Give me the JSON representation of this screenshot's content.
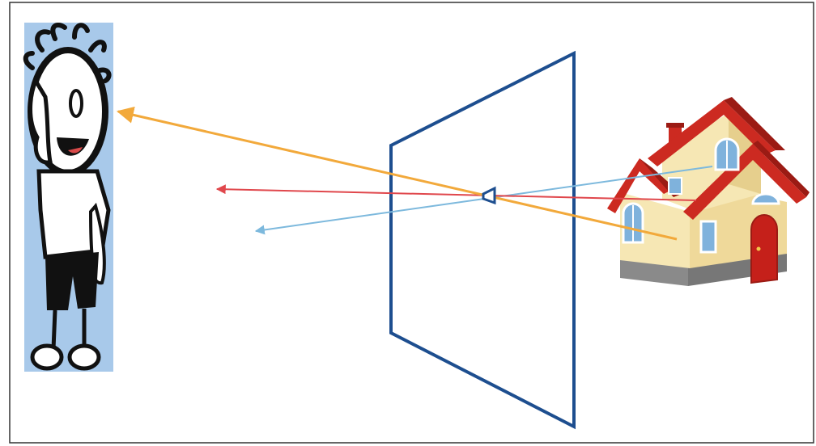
{
  "diagram": {
    "type": "pinhole-camera-illustration",
    "objects": {
      "observer": "cartoon-person",
      "aperture": "pinhole",
      "screen": "barrier-plane",
      "scene": "house"
    },
    "rays": [
      {
        "name": "orange-ray",
        "color": "#f2a93b"
      },
      {
        "name": "red-ray",
        "color": "#e0474c"
      },
      {
        "name": "blue-ray",
        "color": "#7db9dd"
      }
    ],
    "colors": {
      "border": "#333333",
      "plane": "#1d4e8f",
      "person_bg": "#a8c9ea",
      "roof": "#cc2a21",
      "roof_dark": "#9b1b14",
      "wall": "#f6e7b4",
      "wall_shade": "#e6cf8d",
      "window": "#7fb2dc",
      "door": "#c5201a",
      "base": "#8a8a8a"
    }
  }
}
